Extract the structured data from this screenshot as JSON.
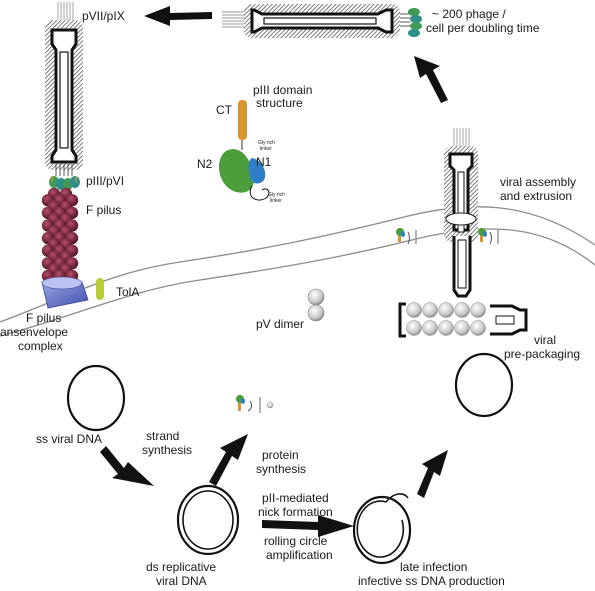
{
  "diagram": {
    "labels": {
      "pvii_pix": "pVII/pIX",
      "phage_count_1": "~ 200 phage /",
      "phage_count_2": "cell per doubling time",
      "piii_domain_1": "pIII domain",
      "piii_domain_2": "structure",
      "ct": "CT",
      "n2": "N2",
      "n1": "N1",
      "gly_linker_1a": "Gly rich",
      "gly_linker_1b": "linker",
      "gly_linker_2a": "Gly rich",
      "gly_linker_2b": "linker",
      "piii_pvi": "pIII/pVI",
      "f_pilus": "F pilus",
      "viral_assembly_1": "viral assembly",
      "viral_assembly_2": "and extrusion",
      "tola": "TolA",
      "f_pilus_complex_1": "F pilus",
      "f_pilus_complex_2": "ansenvelope",
      "f_pilus_complex_3": "complex",
      "pv_dimer": "pV dimer",
      "viral_prepackaging_1": "viral",
      "viral_prepackaging_2": "pre-packaging",
      "ss_viral_dna": "ss viral DNA",
      "strand_synthesis_1": "strand",
      "strand_synthesis_2": "synthesis",
      "protein_synthesis_1": "protein",
      "protein_synthesis_2": "synthesis",
      "pii_nick_1": "pII-mediated",
      "pii_nick_2": "nick formation",
      "rolling_1": "rolling circle",
      "rolling_2": "amplification",
      "ds_dna_1": "ds replicative",
      "ds_dna_2": "viral DNA",
      "late_1": "late infection",
      "late_2": "infective ss DNA production"
    },
    "colors": {
      "pilus": "#7a2a3f",
      "pilus_highlight": "#a24a62",
      "complex": "#6a78c8",
      "tola": "#b9cc3a",
      "ct_domain": "#d8952e",
      "n2_domain": "#4c9e3c",
      "n1_domain": "#2f7fc8",
      "membrane": "#8a8a8a",
      "coat_hatch": "#6a6a6a",
      "green_tip": "#3e9a55",
      "teal_tip": "#2e8f8a"
    }
  }
}
